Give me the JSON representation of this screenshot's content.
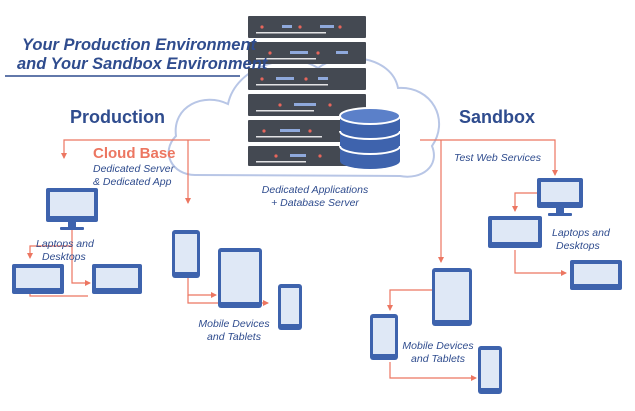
{
  "title": {
    "line1": "Your Production Environment",
    "line2": "and Your Sandbox Environment"
  },
  "production": {
    "heading": "Production",
    "cloud_base": "Cloud Base",
    "cloud_base_detail_1": "Dedicated Server",
    "cloud_base_detail_2": "& Dedicated App",
    "laptops_1": "Laptops and",
    "laptops_2": "Desktops",
    "mobile_1": "Mobile Devices",
    "mobile_2": "and Tablets"
  },
  "server": {
    "label_1": "Dedicated Applications",
    "label_2": "+ Database Server"
  },
  "sandbox": {
    "heading": "Sandbox",
    "services": "Test Web Services",
    "laptops_1": "Laptops and",
    "laptops_2": "Desktops",
    "mobile_1": "Mobile Devices",
    "mobile_2": "and Tablets"
  },
  "colors": {
    "navy": "#2f4c8e",
    "device_blue": "#3e63ad",
    "screen_light": "#dfe8f6",
    "connector_salmon": "#ec7661",
    "cloud_outline": "#b8c6e6",
    "server_dark": "#444952"
  }
}
